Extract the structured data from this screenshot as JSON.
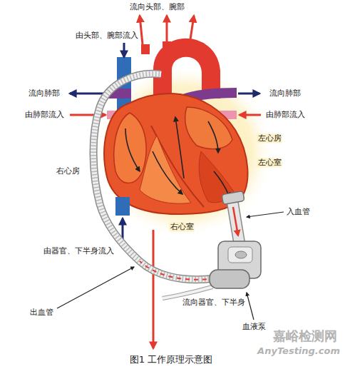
{
  "diagram": {
    "caption": "图1 工作原理示意图",
    "labels": [
      "流向头部、腕部",
      "由头部、腕部流入",
      "流向肺部",
      "流向肺部",
      "由肺部流入",
      "由肺部流入",
      "左心房",
      "右心房",
      "左心室",
      "右心室",
      "入血管",
      "由器官、下半身流入",
      "出血管",
      "流向器官、下半身",
      "血液泵",
      "嘉峪检测网",
      "AnyTesting.com"
    ]
  }
}
